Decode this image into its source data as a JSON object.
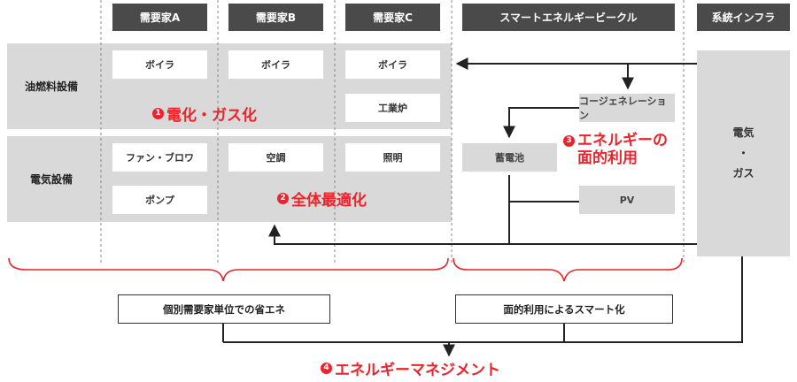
{
  "headers": {
    "consumer_a": "需要家A",
    "consumer_b": "需要家B",
    "consumer_c": "需要家C",
    "smart_vehicle": "スマートエネルギービークル",
    "grid_infra": "系統インフラ"
  },
  "rows": {
    "oil": "油燃料設備",
    "electric": "電気設備"
  },
  "equipment": {
    "a_boiler": "ボイラ",
    "b_boiler": "ボイラ",
    "c_boiler": "ボイラ",
    "c_furnace": "工業炉",
    "a_fan_blower": "ファン・ブロワ",
    "a_pump": "ポンプ",
    "b_aircon": "空調",
    "c_lighting": "照明"
  },
  "vehicle": {
    "cogeneration": "コージェネレーション",
    "battery": "蓄電池",
    "pv": "PV"
  },
  "infra": {
    "line1": "電気",
    "line2": "・",
    "line3": "ガス"
  },
  "labels": {
    "l1_num": "1",
    "l1_text": "電化・ガス化",
    "l2_num": "2",
    "l2_text": "全体最適化",
    "l3_num": "3",
    "l3_text_1": "エネルギーの",
    "l3_text_2": "面的利用",
    "l4_num": "4",
    "l4_text": "エネルギーマネジメント"
  },
  "outcomes": {
    "individual": "個別需要家単位での省エネ",
    "area_smart": "面的利用によるスマート化"
  },
  "colors": {
    "accent_red": "#e8242c",
    "header_dark": "#4a4a4a",
    "band_gray": "#d9d9d9"
  }
}
